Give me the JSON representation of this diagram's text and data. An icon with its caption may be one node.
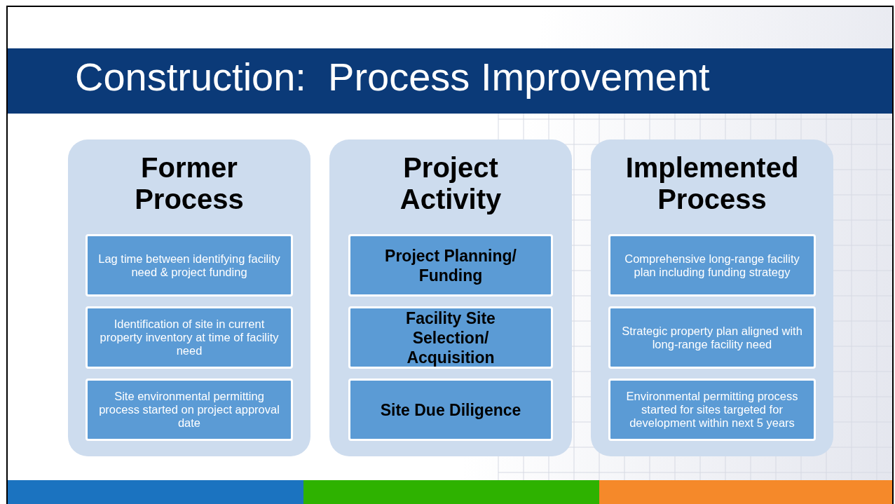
{
  "diagram": {
    "title": "Construction:  Process Improvement",
    "nodes": [
      {
        "text": [
          "Former Process"
        ]
      },
      {
        "text": [
          "Lag time between identifying facility need & project funding"
        ],
        "in": 0
      },
      {
        "text": [
          "Identification of site in current property inventory at time of facility need"
        ],
        "in": 0
      },
      {
        "text": [
          "Site environmental permitting process started on project approval date"
        ],
        "in": 0
      },
      {
        "text": [
          "Project Activity"
        ]
      },
      {
        "text": [
          "Project Planning/ Funding"
        ],
        "in": 4
      },
      {
        "text": [
          "Facility Site Selection/ Acquisition"
        ],
        "in": 4
      },
      {
        "text": [
          "Site Due Diligence"
        ],
        "in": 4
      },
      {
        "text": [
          "Implemented Process"
        ]
      },
      {
        "text": [
          "Comprehensive long-range facility plan including funding strategy"
        ],
        "in": 8
      },
      {
        "text": [
          "Strategic property plan aligned with long-range facility need"
        ],
        "in": 8
      },
      {
        "text": [
          "Environmental permitting process started for sites targeted for development within next 5 years"
        ],
        "in": 8
      }
    ]
  }
}
